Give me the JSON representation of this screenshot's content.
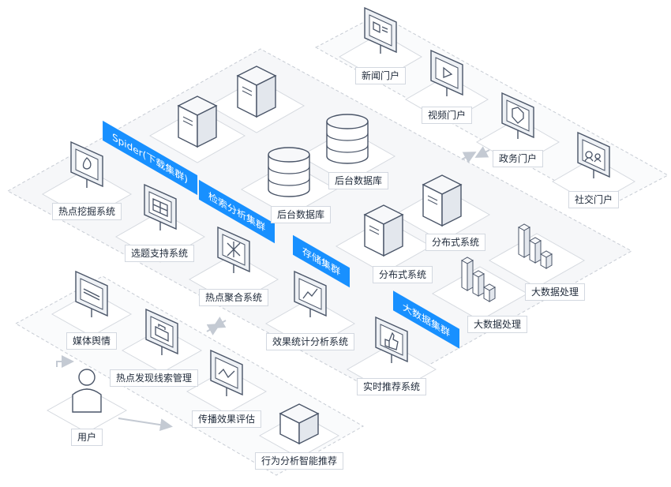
{
  "zones": {
    "cloud_zone": "",
    "external_zone": "",
    "saas_zone": ""
  },
  "clusters": {
    "spider": "Spider(下载集群)",
    "retrieval": "检索分析集群",
    "storage": "存储集群",
    "bigdata": "大数据集群"
  },
  "nodes": {
    "news_portal": "新闻门户",
    "video_portal": "视频门户",
    "gov_portal": "政务门户",
    "social_portal": "社交门户",
    "backend_db_top": "后台数据库",
    "backend_db_bottom": "后台数据库",
    "distributed_top": "分布式系统",
    "distributed_bottom": "分布式系统",
    "bigdata_top": "大数据处理",
    "bigdata_bottom": "大数据处理",
    "hotspot_mining": "热点挖掘系统",
    "topic_support": "选题支持系统",
    "hotspot_aggregation": "热点聚合系统",
    "effect_statistics": "效果统计分析系统",
    "realtime_recommend": "实时推荐系统",
    "media_sentiment": "媒体舆情",
    "hotspot_clue": "热点发现线索管理",
    "spread_evaluation": "传播效果评估",
    "user": "用户",
    "behavior_analysis": "行为分析智能推荐"
  },
  "colors": {
    "accent": "#1890ff",
    "platform": "#f2f3f5",
    "device_stroke": "#4a5568",
    "device_fill": "#eef1f5",
    "arrow": "#c4cad3"
  },
  "icons": {
    "news_portal": "newspaper-icon",
    "video_portal": "play-icon",
    "gov_portal": "shield-star-icon",
    "social_portal": "people-icon",
    "hotspot_mining": "flame-icon",
    "topic_support": "grid-icon",
    "hotspot_aggregation": "aggregate-icon",
    "effect_statistics": "chart-icon",
    "realtime_recommend": "thumb-up-icon",
    "media_sentiment": "browser-window-icon",
    "hotspot_clue": "briefcase-icon",
    "spread_evaluation": "trend-line-icon",
    "user": "person-icon",
    "behavior_analysis": "star-cube-icon"
  }
}
